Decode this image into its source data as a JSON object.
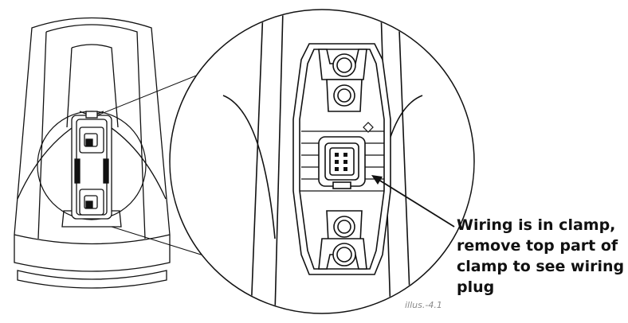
{
  "callout": {
    "lines": [
      "Wiring is in clamp,",
      "remove top part of",
      "clamp to see wiring",
      "plug"
    ]
  },
  "illustration_label": "illus.-4.1",
  "colors": {
    "line": "#111111",
    "fill": "#ffffff",
    "label_gray": "#8a8a8a"
  }
}
